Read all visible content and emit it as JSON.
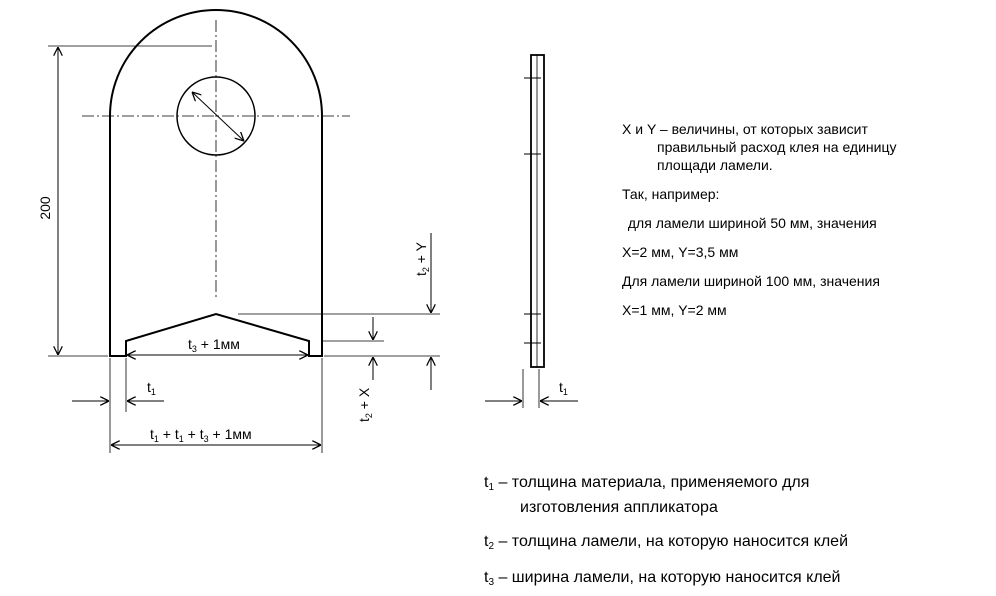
{
  "dimensions": {
    "height": "200",
    "t3_plus_1": {
      "sym": "t",
      "sub": "3",
      "rest": " + 1мм"
    },
    "t1_left": {
      "sym": "t",
      "sub": "1"
    },
    "t1_right": {
      "sym": "t",
      "sub": "1"
    },
    "total": {
      "a_sym": "t",
      "a_sub": "1",
      "a_rest": " + ",
      "b_sym": "t",
      "b_sub": "1",
      "b_rest": " + ",
      "c_sym": "t",
      "c_sub": "3",
      "c_rest": " + 1мм"
    },
    "t2_plus_x": {
      "sym": "t",
      "sub": "2",
      "rest": " + X"
    },
    "t2_plus_y": {
      "sym": "t",
      "sub": "2",
      "rest": " + Y"
    }
  },
  "notes": {
    "line1": "X и Y – величины, от которых зависит",
    "line2": "правильный расход клея на единицу",
    "line3": "площади ламели.",
    "example_intro": "Так, например:",
    "case1_desc": " для ламели шириной 50 мм, значения",
    "case1_values": "X=2 мм, Y=3,5 мм",
    "case2_desc": "Для ламели шириной 100 мм, значения",
    "case2_values": "X=1 мм, Y=2 мм"
  },
  "legend": {
    "t1": {
      "sym": "t",
      "sub": "1",
      "text": " – толщина материала, применяемого для",
      "cont": "изготовления аппликатора"
    },
    "t2": {
      "sym": "t",
      "sub": "2",
      "text": " – толщина ламели, на которую наносится клей"
    },
    "t3": {
      "sym": "t",
      "sub": "3",
      "text": " – ширина ламели, на которую наносится клей"
    }
  }
}
